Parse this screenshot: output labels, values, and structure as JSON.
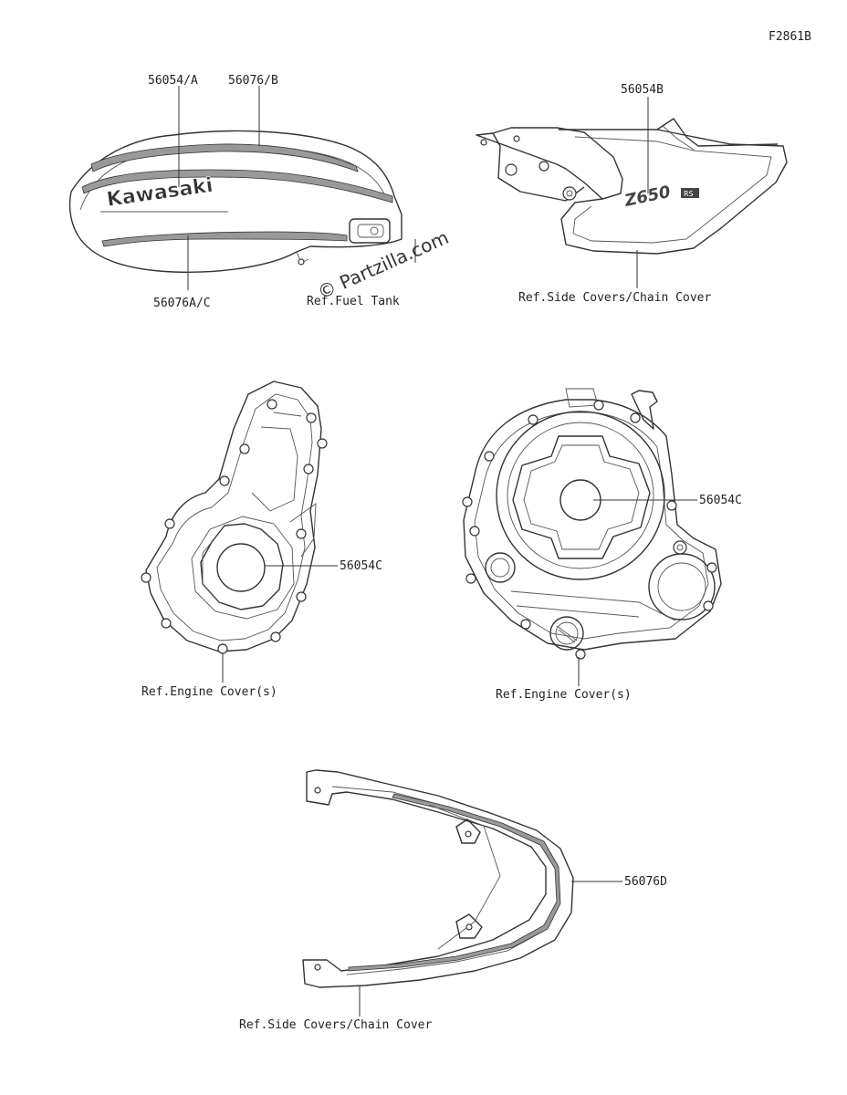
{
  "figure_id": "F2861B",
  "watermark": "© Partzilla.com",
  "callouts": {
    "tank_56054a": "56054/A",
    "tank_56076b": "56076/B",
    "tank_56076ac": "56076A/C",
    "tank_ref": "Ref.Fuel Tank",
    "side_56054b": "56054B",
    "side_ref": "Ref.Side Covers/Chain Cover",
    "stator_56054c": "56054C",
    "stator_ref": "Ref.Engine Cover(s)",
    "clutch_56054c": "56054C",
    "clutch_ref": "Ref.Engine Cover(s)",
    "tail_56076d": "56076D",
    "tail_ref": "Ref.Side Covers/Chain Cover"
  },
  "decal_text": {
    "tank_logo": "Kawasaki",
    "side_logo": "Z650",
    "side_badge": "RS"
  }
}
